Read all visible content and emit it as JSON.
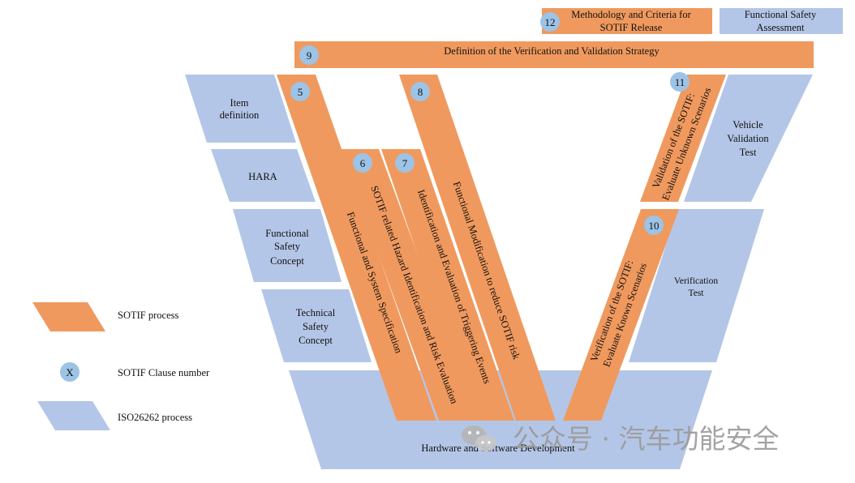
{
  "colors": {
    "sotif_orange": "#F0995E",
    "iso_blue": "#B4C6E7",
    "badge_blue": "#9DC3E6",
    "watermark_grey": "#9a9a9a"
  },
  "header": {
    "methodology_line1": "Methodology and Criteria for",
    "methodology_line2": "SOTIF Release",
    "methodology_number": "12",
    "fsa_line1": "Functional Safety",
    "fsa_line2": "Assessment",
    "strategy_label": "Definition of the Verification and Validation Strategy",
    "strategy_number": "9"
  },
  "left_side": {
    "item_definition_line1": "Item",
    "item_definition_line2": "definition",
    "hara": "HARA",
    "fsc_line1": "Functional",
    "fsc_line2": "Safety",
    "fsc_line3": "Concept",
    "tsc_line1": "Technical",
    "tsc_line2": "Safety",
    "tsc_line3": "Concept"
  },
  "sotif_bands": {
    "spec_number": "5",
    "spec_label": "Functional and System Specification",
    "hazard_number": "6",
    "hazard_label": "SOTIF related Hazard Identification and Risk Evaluation",
    "triggering_number": "7",
    "triggering_label": "Identification and Evaluation of Triggering Events",
    "modification_number": "8",
    "modification_label": "Functional Modification to reduce SOTIF risk",
    "verification_number": "10",
    "verification_line1": "Verification of the SOTIF:",
    "verification_line2": "Evaluate Known Scenarios",
    "validation_number": "11",
    "validation_line1": "Validation of the SOTIF:",
    "validation_line2": "Evaluate Unknown Scenarios"
  },
  "right_side": {
    "vehicle_line1": "Vehicle",
    "vehicle_line2": "Validation",
    "vehicle_line3": "Test",
    "verif_test_line1": "Verification",
    "verif_test_line2": "Test"
  },
  "bottom": {
    "hw_sw": "Hardware  and Software Development"
  },
  "legend": {
    "sotif_process": "SOTIF process",
    "clause_symbol": "X",
    "clause_number": "SOTIF Clause number",
    "iso_process": "ISO26262 process"
  },
  "watermark": {
    "text": "公众号 · 汽车功能安全"
  }
}
